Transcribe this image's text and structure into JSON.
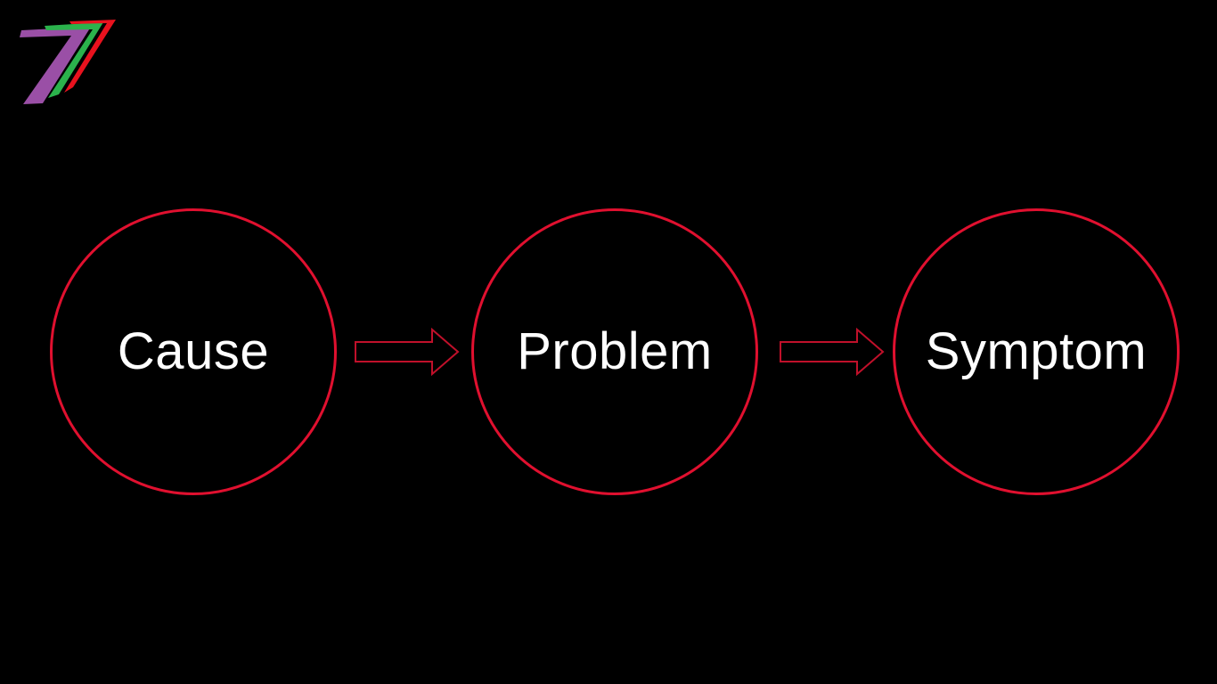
{
  "diagram": {
    "nodes": [
      {
        "id": "cause",
        "label": "Cause"
      },
      {
        "id": "problem",
        "label": "Problem"
      },
      {
        "id": "symptom",
        "label": "Symptom"
      }
    ],
    "edges": [
      {
        "from": "cause",
        "to": "problem",
        "style": "hollow-arrow"
      },
      {
        "from": "problem",
        "to": "symptom",
        "style": "hollow-arrow"
      }
    ]
  },
  "colors": {
    "background": "#000000",
    "node_border": "#e0102f",
    "arrow_stroke": "#c0102a",
    "text": "#ffffff",
    "logo_red": "#e8121e",
    "logo_green": "#2bb24c",
    "logo_purple": "#9a4fa6"
  },
  "icons": {
    "logo": "seven-logo-icon",
    "arrows": "hollow-right-arrow-icon"
  }
}
